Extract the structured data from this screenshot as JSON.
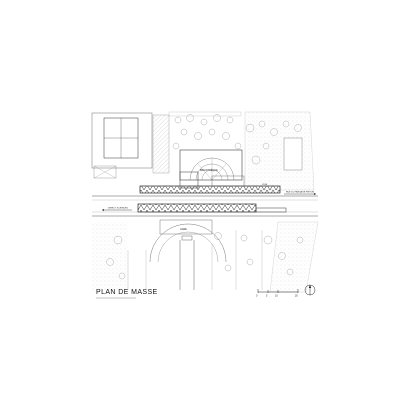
{
  "plan": {
    "title": "PLAN DE MASSE",
    "labels": {
      "top_building": "BIBLIOTHÈQUE",
      "right_road": "RUE DU PASSAGE PIETON",
      "left_road": "DIRECT SCIENCES",
      "track_label": "VOIE",
      "bottom_building": "GARE"
    },
    "scale": {
      "ticks": [
        "0",
        "5",
        "10",
        "20"
      ]
    },
    "north": {
      "icon": "north-arrow-icon"
    }
  }
}
